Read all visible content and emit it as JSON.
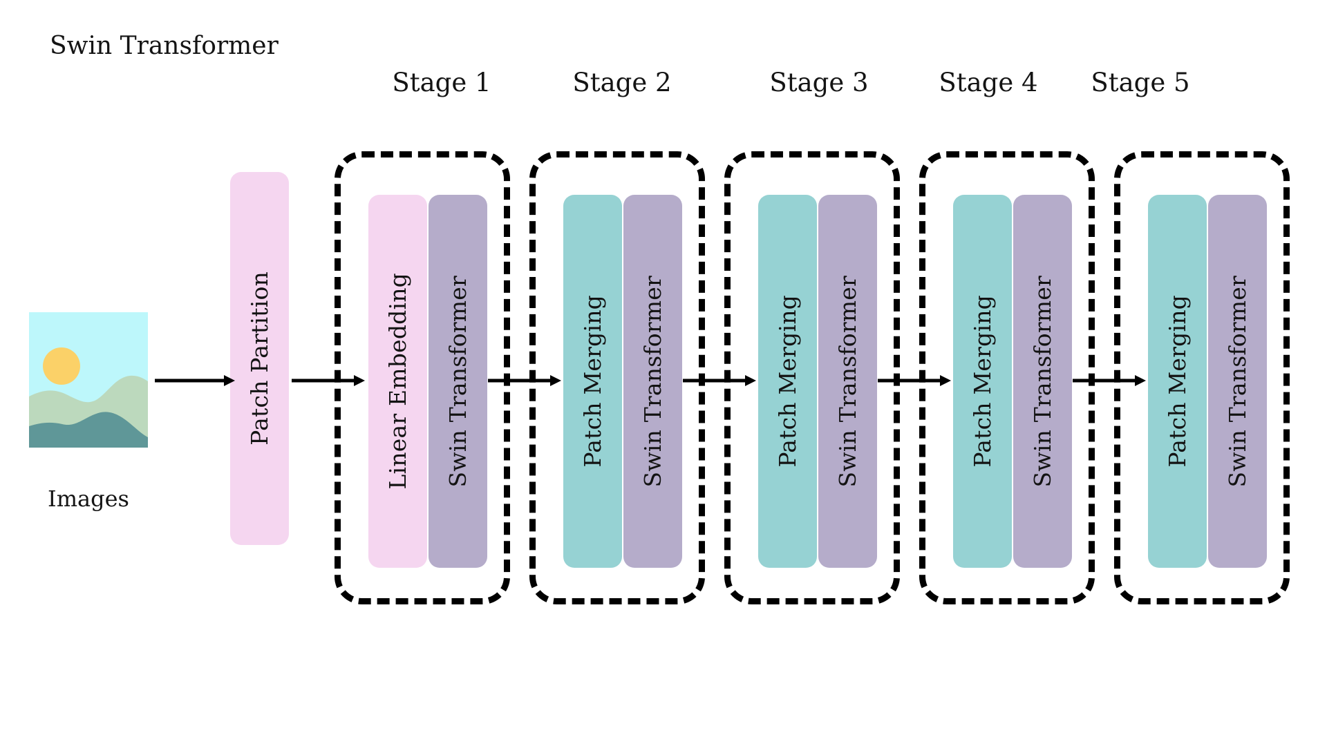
{
  "title": "Swin Transformer",
  "source": {
    "caption": "Images",
    "icon": "landscape-thumbnail",
    "colors": {
      "sky": "#bdf7fb",
      "sun": "#fbd168",
      "hill_light": "#bcd9bd",
      "hill_dark": "#5f9798"
    }
  },
  "colors": {
    "pink": "#f5d6f0",
    "purple": "#b5acca",
    "teal": "#96d2d3",
    "outline": "#000000",
    "background": "#ffffff",
    "text": "#141414"
  },
  "preprocess": {
    "label": "Patch Partition",
    "color": "pink"
  },
  "stages": [
    {
      "label": "Stage 1",
      "layers": [
        {
          "label": "Linear Embedding",
          "color": "pink"
        },
        {
          "label": "Swin Transformer",
          "color": "purple"
        }
      ]
    },
    {
      "label": "Stage 2",
      "layers": [
        {
          "label": "Patch Merging",
          "color": "teal"
        },
        {
          "label": "Swin Transformer",
          "color": "purple"
        }
      ]
    },
    {
      "label": "Stage 3",
      "layers": [
        {
          "label": "Patch Merging",
          "color": "teal"
        },
        {
          "label": "Swin Transformer",
          "color": "purple"
        }
      ]
    },
    {
      "label": "Stage 4",
      "layers": [
        {
          "label": "Patch Merging",
          "color": "teal"
        },
        {
          "label": "Swin Transformer",
          "color": "purple"
        }
      ]
    },
    {
      "label": "Stage 5",
      "layers": [
        {
          "label": "Patch Merging",
          "color": "teal"
        },
        {
          "label": "Swin Transformer",
          "color": "purple"
        }
      ]
    }
  ],
  "flow": {
    "arrow_count": 6,
    "direction": "left-to-right"
  }
}
